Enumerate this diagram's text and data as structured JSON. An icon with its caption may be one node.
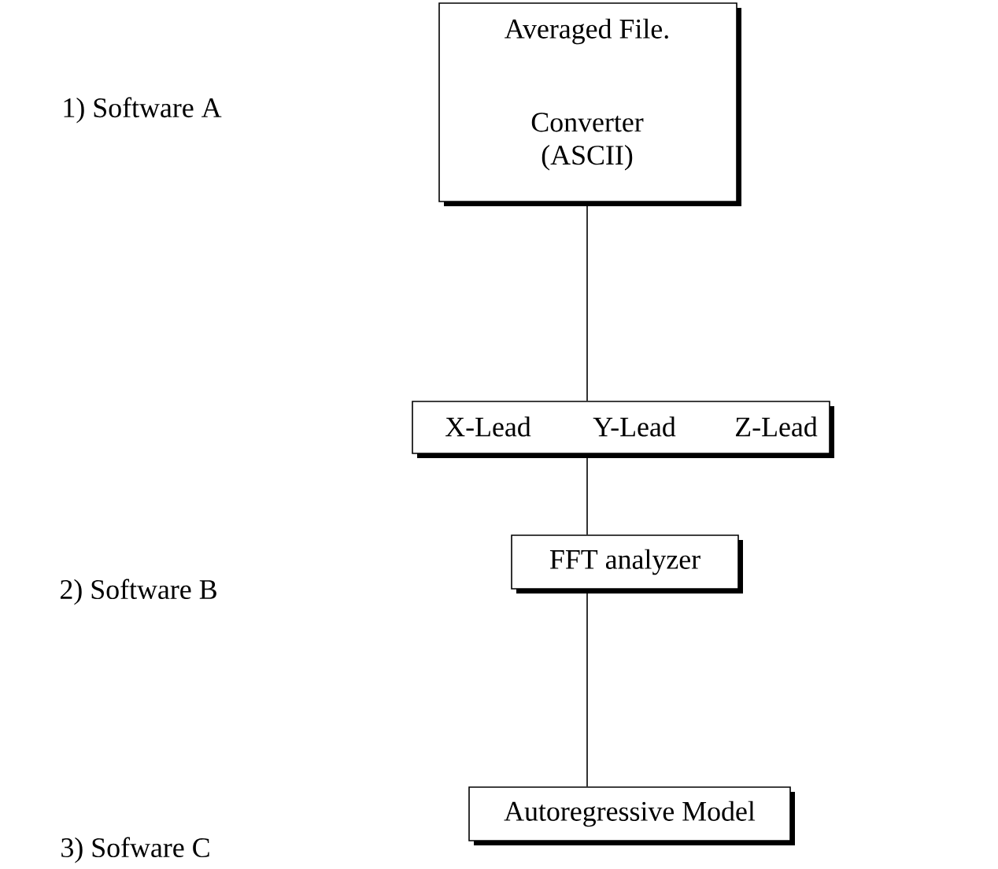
{
  "diagram": {
    "nodes": [
      {
        "text": [
          "Averaged File.",
          "Converter (ASCII)"
        ]
      },
      {
        "text": [
          "X-Lead",
          "Y-Lead",
          "Z-Lead"
        ]
      },
      {
        "text": [
          "FFT analyzer"
        ]
      },
      {
        "text": [
          "Autoregressive Model"
        ]
      }
    ],
    "edges": [
      {
        "from": 0,
        "to": 1,
        "arrow": "none"
      },
      {
        "from": 1,
        "to": 2,
        "arrow": "none"
      },
      {
        "from": 2,
        "to": 3,
        "arrow": "none"
      }
    ],
    "labels": [
      "1) Software A",
      "2) Software B",
      "3) Sofware C"
    ]
  }
}
